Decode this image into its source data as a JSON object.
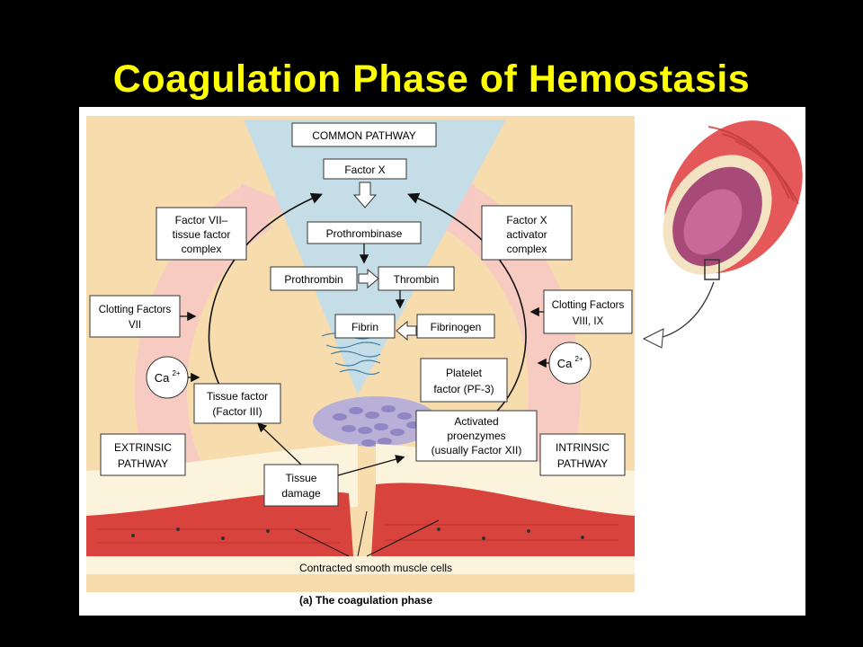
{
  "title": "Coagulation Phase of Hemostasis",
  "diagram": {
    "common_pathway": "COMMON PATHWAY",
    "factor_x": "Factor X",
    "prothrombinase": "Prothrombinase",
    "prothrombin": "Prothrombin",
    "thrombin": "Thrombin",
    "fibrin": "Fibrin",
    "fibrinogen": "Fibrinogen",
    "factor_vii_complex": [
      "Factor VII–",
      "tissue factor",
      "complex"
    ],
    "factor_x_activator": [
      "Factor X",
      "activator",
      "complex"
    ],
    "clotting_vii": [
      "Clotting Factors",
      "VII"
    ],
    "clotting_viii_ix": [
      "Clotting Factors",
      "VIII, IX"
    ],
    "ca_left": "Ca",
    "ca_right": "Ca",
    "ca_sup": "2+",
    "tissue_factor": [
      "Tissue factor",
      "(Factor III)"
    ],
    "platelet_factor": [
      "Platelet",
      "factor (PF-3)"
    ],
    "activated_proenzymes": [
      "Activated",
      "proenzymes",
      "(usually Factor XII)"
    ],
    "extrinsic": [
      "EXTRINSIC",
      "PATHWAY"
    ],
    "intrinsic": [
      "INTRINSIC",
      "PATHWAY"
    ],
    "tissue_damage": [
      "Tissue",
      "damage"
    ],
    "smooth_muscle": "Contracted smooth muscle cells",
    "caption": "(a) The coagulation phase"
  },
  "colors": {
    "title": "#ffff00",
    "background": "#000000",
    "tan_background": "#f7dcae",
    "common_funnel": "#c5dde6",
    "pink_arrow": "#f6c9c4",
    "muscle": "#d9433d",
    "box_border": "#333333"
  }
}
